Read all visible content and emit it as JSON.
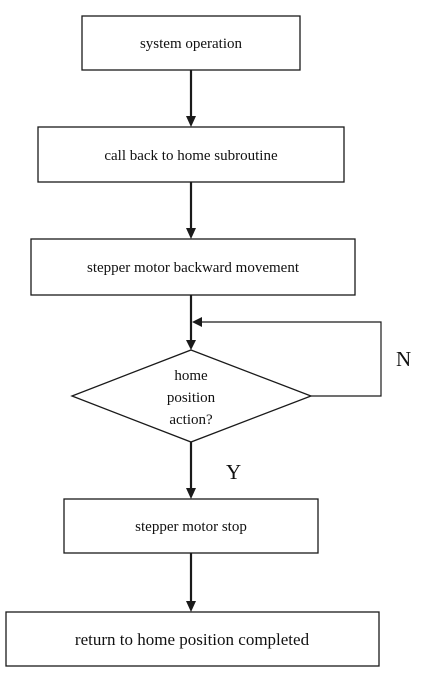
{
  "nodes": {
    "system_operation": "system operation",
    "call_back": "call back to home subroutine",
    "backward_movement": "stepper motor backward movement",
    "decision": {
      "line1": "home",
      "line2": "position",
      "line3": "action?"
    },
    "motor_stop": "stepper motor stop",
    "completed": "return to home position completed"
  },
  "branches": {
    "yes": "Y",
    "no": "N"
  }
}
